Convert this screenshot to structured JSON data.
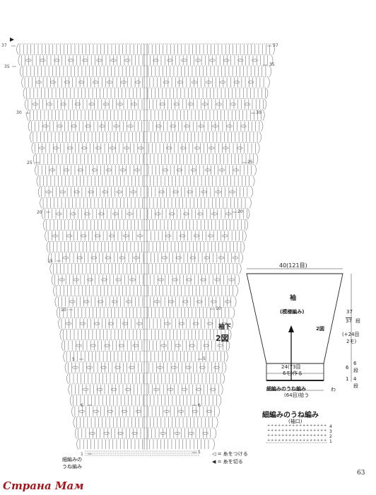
{
  "chart": {
    "row_labels": [
      "1",
      "5",
      "10",
      "15",
      "20",
      "25",
      "30",
      "35",
      "37"
    ],
    "rows_total": 37,
    "lower_row_labels": {
      "six": "6",
      "one": "1"
    },
    "sleeve_under_label": "袖下",
    "figure_label": "2図",
    "rib_label_line1": "細編みの",
    "rib_label_line2": "うね編み"
  },
  "legend": {
    "attach": "◁ = 糸をつける",
    "cut": "◀ = 糸を切る"
  },
  "schematic": {
    "top_width": "40(121目)",
    "name": "袖",
    "pattern": "(模様編み)",
    "figure": "2図",
    "height": "37",
    "rows": "37",
    "rows_unit": "段",
    "increase": "(+24目",
    "increase_unit": "2モ)",
    "chain_start_line1": "24(73目",
    "chain_start_line2": "6モ)作る",
    "rib_label": "細編みのうね編み",
    "pickup": "(64目)拾う",
    "wa": "わ",
    "rib_height": "6",
    "rib_rows": "6",
    "rib_rows_unit": "段",
    "side_one": "1",
    "side_four": "4",
    "side_four_unit": "段"
  },
  "rib_diagram": {
    "title": "細編みのうね編み",
    "subtitle": "(袖口)",
    "row_numbers": [
      "4",
      "3",
      "2",
      "1"
    ]
  },
  "page_number": "63",
  "watermark": "Страна Мам"
}
